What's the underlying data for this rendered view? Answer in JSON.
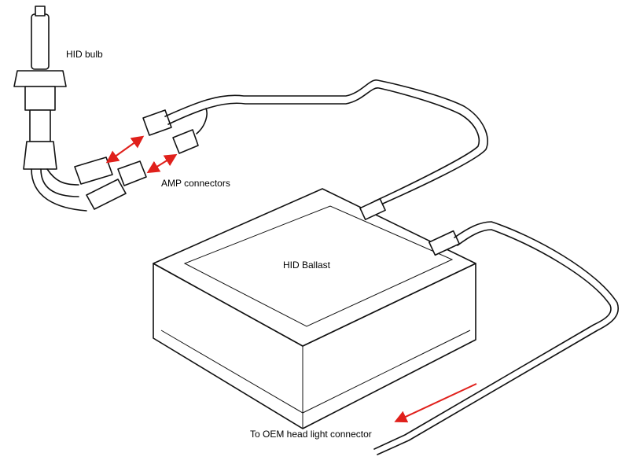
{
  "labels": {
    "bulb": "HID bulb",
    "amp": "AMP connectors",
    "ballast": "HID Ballast",
    "oem": "To OEM head light connector"
  },
  "colors": {
    "arrow": "#e0201b",
    "line": "#111111"
  }
}
